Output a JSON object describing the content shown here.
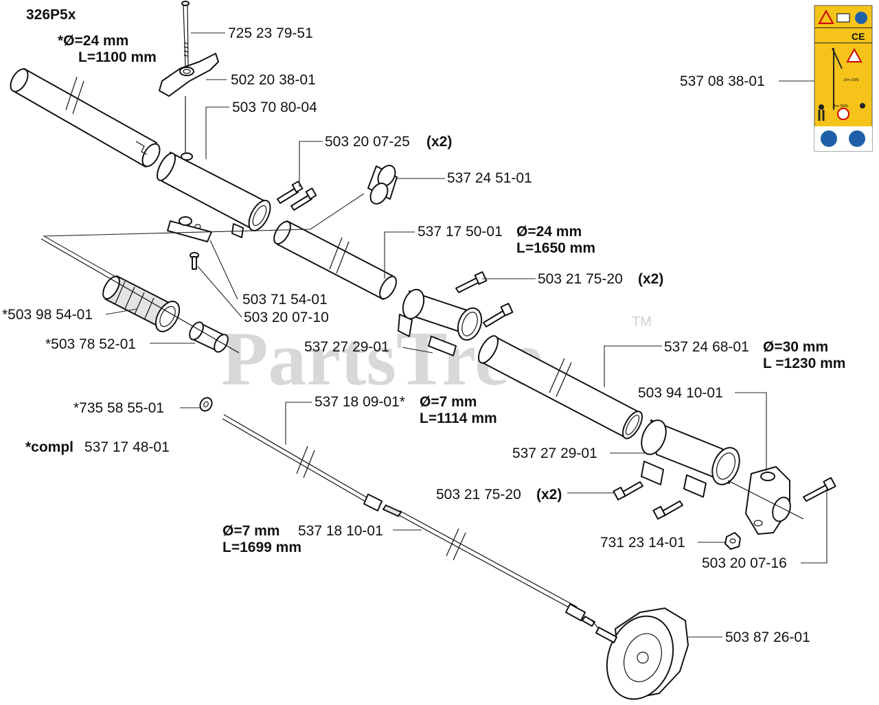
{
  "diagram": {
    "model": "326P5x",
    "watermark": "PartsTree",
    "watermark_tm": "TM",
    "accent_color": "#f5c31a",
    "labels": {
      "tube_upper_dim1": "*Ø=24 mm",
      "tube_upper_dim2": "L=1100 mm",
      "p_725237951": "725 23 79-51",
      "p_502203801": "502 20 38-01",
      "p_503708004": "503 70 80-04",
      "p_503200725": "503 20 07-25",
      "x2_a": "(x2)",
      "p_537245101": "537 24 51-01",
      "p_537175001": "537 17 50-01",
      "dim_1650_a": "Ø=24 mm",
      "dim_1650_b": "L=1650 mm",
      "p_503217520_a": "503 21 75-20",
      "x2_b": "(x2)",
      "p_503715401": "503 71 54-01",
      "p_503200710": "503 20 07-10",
      "p_503985401": "*503 98 54-01",
      "p_503785201": "*503 78 52-01",
      "p_537272901_a": "537 27 29-01",
      "p_537246801": "537 24 68-01",
      "dim_1230_a": "Ø=30 mm",
      "dim_1230_b": "L =1230 mm",
      "p_503941001": "503 94 10-01",
      "p_735585501": "*735 58 55-01",
      "p_537180901": "537 18 09-01*",
      "dim_1114_a": "Ø=7 mm",
      "dim_1114_b": "L=1114 mm",
      "compl_prefix": "*compl",
      "compl_number": "537 17 48-01",
      "p_537272901_b": "537 27 29-01",
      "p_503217520_b": "503 21 75-20",
      "x2_c": "(x2)",
      "dim_1699_a": "Ø=7 mm",
      "dim_1699_b": "L=1699 mm",
      "p_537181001": "537 18 10-01",
      "p_731231401": "731 23 14-01",
      "p_503200716": "503 20 07-16",
      "p_503872601": "503 87 26-01",
      "p_537083801": "537 08 38-01"
    },
    "sticker": {
      "ce_mark": "CE",
      "distance_upper": "10m (33ft)",
      "distance_lower": "15m (50ft)"
    }
  }
}
